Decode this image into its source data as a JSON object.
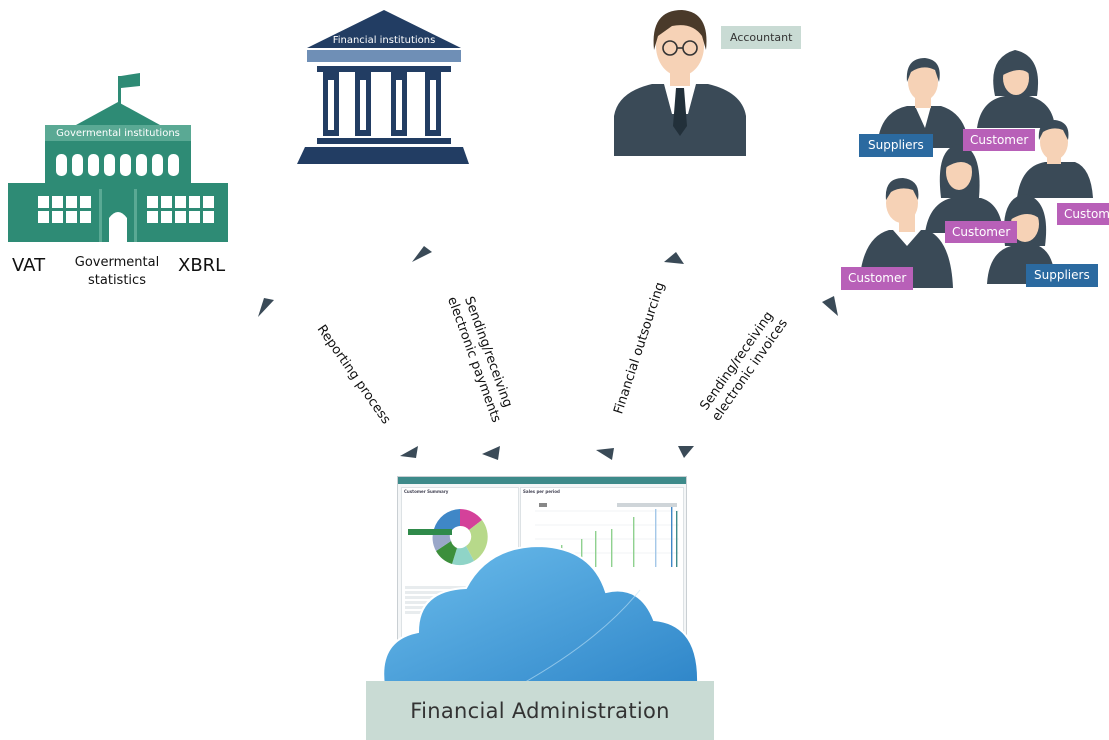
{
  "governmental": {
    "title": "Govermental institutions",
    "labels": {
      "vat": "VAT",
      "statistics_line1": "Govermental",
      "statistics_line2": "statistics",
      "xbrl": "XBRL"
    }
  },
  "financial_institutions": {
    "title": "Financial institutions"
  },
  "accountant": {
    "label": "Accountant"
  },
  "people": {
    "tags": [
      {
        "text": "Suppliers",
        "kind": "supplier"
      },
      {
        "text": "Customer",
        "kind": "customer"
      },
      {
        "text": "Customer",
        "kind": "customer"
      },
      {
        "text": "Customer",
        "kind": "customer"
      },
      {
        "text": "Customer",
        "kind": "customer"
      },
      {
        "text": "Suppliers",
        "kind": "supplier"
      }
    ]
  },
  "flows": {
    "reporting": "Reporting process",
    "payments_line1": "Sending/receiving",
    "payments_line2": "electronic payments",
    "outsourcing": "Financial outsourcing",
    "invoices_line1": "Sending/receiving",
    "invoices_line2": "electronic invoices"
  },
  "dashboard": {
    "panel_left_title": "Customer Summary",
    "panel_right_title": "Sales per period"
  },
  "footer": {
    "title": "Financial Administration"
  },
  "colors": {
    "government": "#2e8b75",
    "bank": "#223d63",
    "person": "#3a4a57",
    "skin": "#f6d2b6",
    "cloud": "#4aa3dc",
    "footer_bg": "#c9dbd4",
    "supplier_tag": "#2b6aa0",
    "customer_tag": "#b860b8"
  }
}
